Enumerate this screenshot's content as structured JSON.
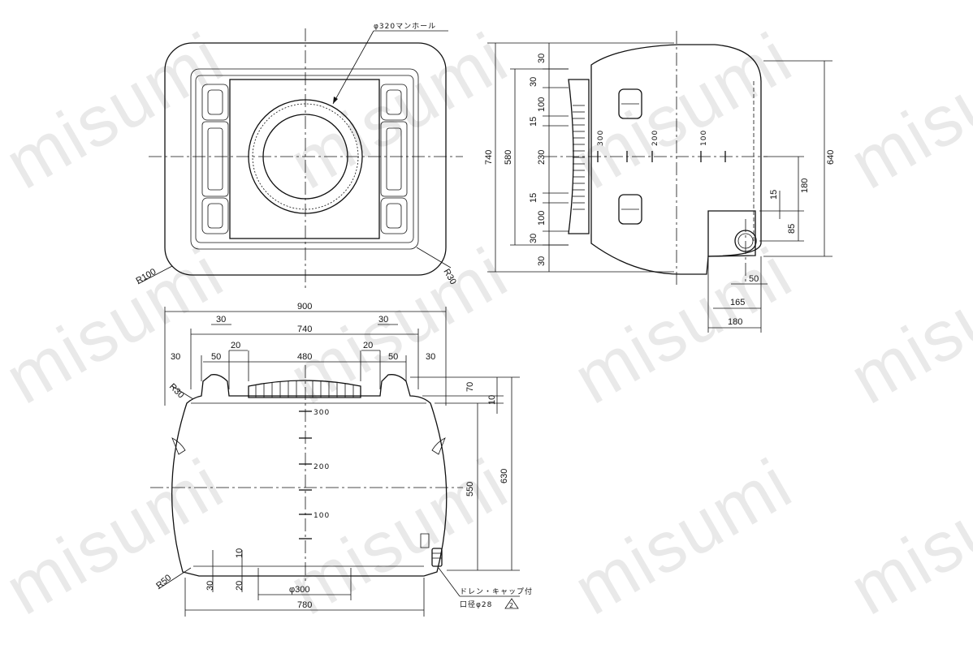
{
  "watermark": "misumi",
  "top_view": {
    "manhole_label": "φ320マンホール",
    "r100": "R100",
    "r30": "R30"
  },
  "side_view": {
    "d740": "740",
    "d580": "580",
    "d30a": "30",
    "d30b": "30",
    "d100a": "100",
    "d15a": "15",
    "d230": "230",
    "d15b": "15",
    "d100b": "100",
    "d30c": "30",
    "d30d": "30",
    "scale_300": "300",
    "scale_200": "200",
    "scale_100": "100",
    "d640": "640",
    "d180v": "180",
    "d15c": "15",
    "d85": "85",
    "d50": "50",
    "d165": "165",
    "d180h": "180"
  },
  "front_view": {
    "d900": "900",
    "d740": "740",
    "d30l": "30",
    "d30r": "30",
    "d480": "480",
    "d20l": "20",
    "d20r": "20",
    "d30ll": "30",
    "d50l": "50",
    "d50r": "50",
    "d30rr": "30",
    "r30": "R30",
    "d70": "70",
    "d10": "10",
    "d550": "550",
    "d630": "630",
    "scale_300": "300",
    "scale_200": "200",
    "scale_100": "100",
    "r50": "R50",
    "d10b": "10",
    "d30b": "30",
    "d20b": "20",
    "d300": "φ300",
    "d780": "780",
    "drain_label": "ドレン・キャップ付",
    "drain_size": "口径φ28",
    "note_mark": "2"
  }
}
